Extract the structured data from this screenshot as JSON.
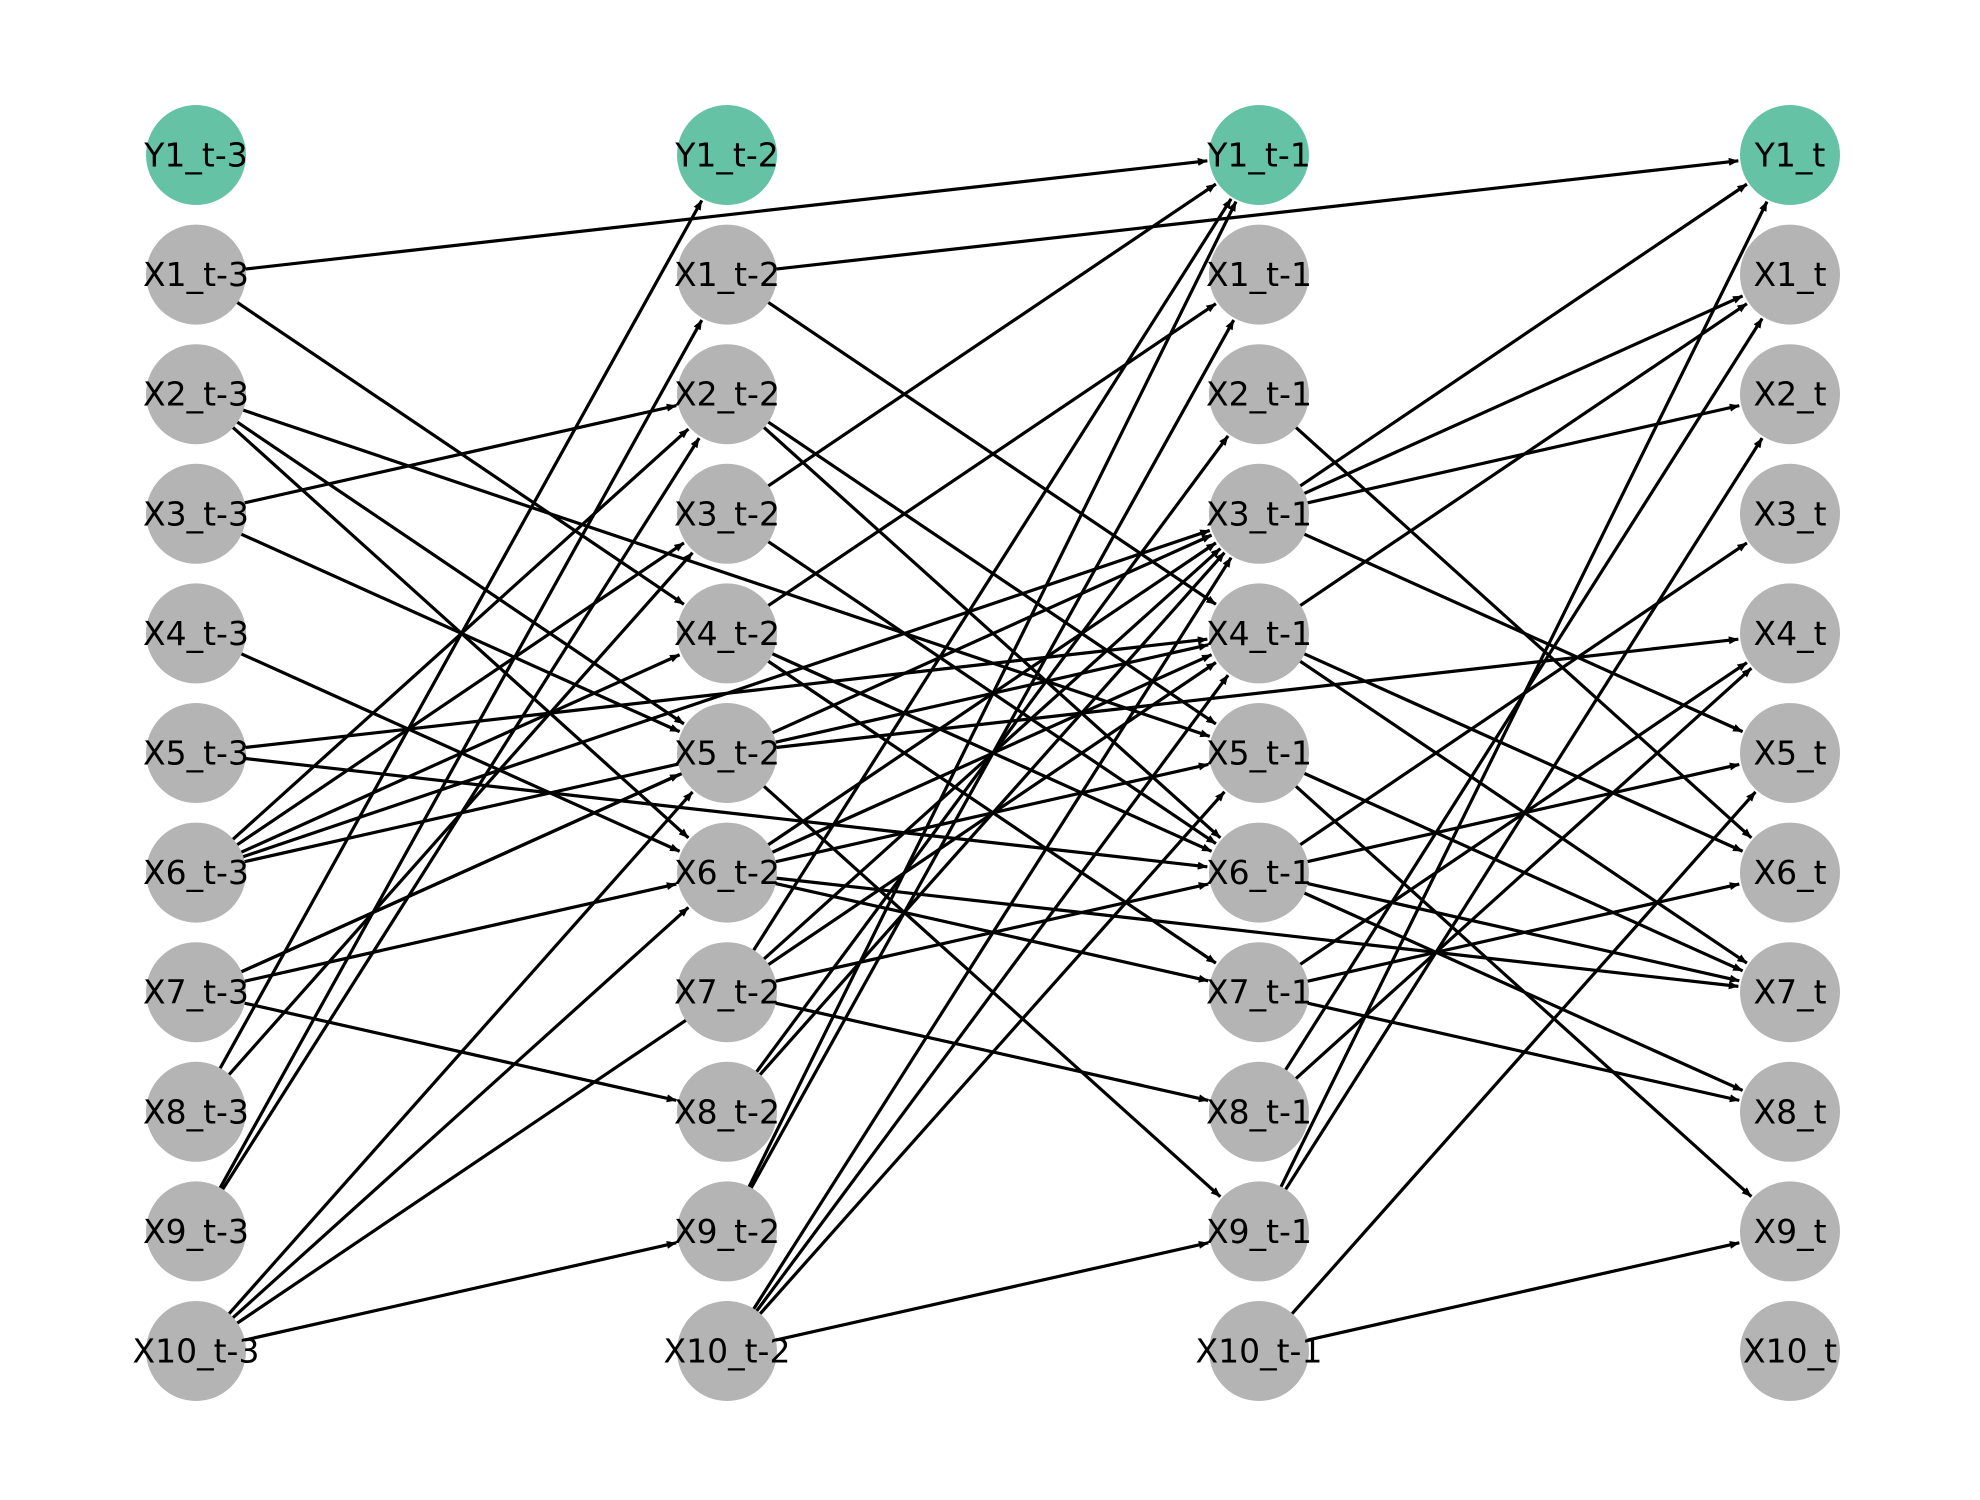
{
  "diagram": {
    "type": "time-lagged causal graph",
    "colors": {
      "target": "#66c2a5",
      "variable": "#b4b4b4",
      "edge": "#000000",
      "background": "#ffffff"
    },
    "time_slices": [
      "t-3",
      "t-2",
      "t-1",
      "t"
    ],
    "rows": [
      "Y1",
      "X1",
      "X2",
      "X3",
      "X4",
      "X5",
      "X6",
      "X7",
      "X8",
      "X9",
      "X10"
    ],
    "nodes": [
      {
        "id": "Y1_t-3",
        "kind": "target"
      },
      {
        "id": "X1_t-3",
        "kind": "variable"
      },
      {
        "id": "X2_t-3",
        "kind": "variable"
      },
      {
        "id": "X3_t-3",
        "kind": "variable"
      },
      {
        "id": "X4_t-3",
        "kind": "variable"
      },
      {
        "id": "X5_t-3",
        "kind": "variable"
      },
      {
        "id": "X6_t-3",
        "kind": "variable"
      },
      {
        "id": "X7_t-3",
        "kind": "variable"
      },
      {
        "id": "X8_t-3",
        "kind": "variable"
      },
      {
        "id": "X9_t-3",
        "kind": "variable"
      },
      {
        "id": "X10_t-3",
        "kind": "variable"
      },
      {
        "id": "Y1_t-2",
        "kind": "target"
      },
      {
        "id": "X1_t-2",
        "kind": "variable"
      },
      {
        "id": "X2_t-2",
        "kind": "variable"
      },
      {
        "id": "X3_t-2",
        "kind": "variable"
      },
      {
        "id": "X4_t-2",
        "kind": "variable"
      },
      {
        "id": "X5_t-2",
        "kind": "variable"
      },
      {
        "id": "X6_t-2",
        "kind": "variable"
      },
      {
        "id": "X7_t-2",
        "kind": "variable"
      },
      {
        "id": "X8_t-2",
        "kind": "variable"
      },
      {
        "id": "X9_t-2",
        "kind": "variable"
      },
      {
        "id": "X10_t-2",
        "kind": "variable"
      },
      {
        "id": "Y1_t-1",
        "kind": "target"
      },
      {
        "id": "X1_t-1",
        "kind": "variable"
      },
      {
        "id": "X2_t-1",
        "kind": "variable"
      },
      {
        "id": "X3_t-1",
        "kind": "variable"
      },
      {
        "id": "X4_t-1",
        "kind": "variable"
      },
      {
        "id": "X5_t-1",
        "kind": "variable"
      },
      {
        "id": "X6_t-1",
        "kind": "variable"
      },
      {
        "id": "X7_t-1",
        "kind": "variable"
      },
      {
        "id": "X8_t-1",
        "kind": "variable"
      },
      {
        "id": "X9_t-1",
        "kind": "variable"
      },
      {
        "id": "X10_t-1",
        "kind": "variable"
      },
      {
        "id": "Y1_t",
        "kind": "target"
      },
      {
        "id": "X1_t",
        "kind": "variable"
      },
      {
        "id": "X2_t",
        "kind": "variable"
      },
      {
        "id": "X3_t",
        "kind": "variable"
      },
      {
        "id": "X4_t",
        "kind": "variable"
      },
      {
        "id": "X5_t",
        "kind": "variable"
      },
      {
        "id": "X6_t",
        "kind": "variable"
      },
      {
        "id": "X7_t",
        "kind": "variable"
      },
      {
        "id": "X8_t",
        "kind": "variable"
      },
      {
        "id": "X9_t",
        "kind": "variable"
      },
      {
        "id": "X10_t",
        "kind": "variable"
      }
    ],
    "edges": [
      [
        "X1_t-3",
        "Y1_t-1"
      ],
      [
        "X1_t-3",
        "X4_t-2"
      ],
      [
        "X2_t-3",
        "X5_t-2"
      ],
      [
        "X2_t-3",
        "X6_t-2"
      ],
      [
        "X2_t-3",
        "X5_t-1"
      ],
      [
        "X3_t-3",
        "X2_t-2"
      ],
      [
        "X3_t-3",
        "X5_t-2"
      ],
      [
        "X4_t-3",
        "X6_t-2"
      ],
      [
        "X5_t-3",
        "X4_t-1"
      ],
      [
        "X5_t-3",
        "X6_t-1"
      ],
      [
        "X6_t-3",
        "X2_t-2"
      ],
      [
        "X6_t-3",
        "X3_t-2"
      ],
      [
        "X6_t-3",
        "X4_t-2"
      ],
      [
        "X6_t-3",
        "X3_t-1"
      ],
      [
        "X6_t-3",
        "X4_t-1"
      ],
      [
        "X7_t-3",
        "X5_t-2"
      ],
      [
        "X7_t-3",
        "X6_t-2"
      ],
      [
        "X7_t-3",
        "X8_t-2"
      ],
      [
        "X7_t-3",
        "X3_t-1"
      ],
      [
        "X8_t-3",
        "Y1_t-2"
      ],
      [
        "X8_t-3",
        "X3_t-2"
      ],
      [
        "X9_t-3",
        "X1_t-2"
      ],
      [
        "X9_t-3",
        "X2_t-2"
      ],
      [
        "X10_t-3",
        "X5_t-2"
      ],
      [
        "X10_t-3",
        "X6_t-2"
      ],
      [
        "X10_t-3",
        "X9_t-2"
      ],
      [
        "X10_t-3",
        "X4_t-1"
      ],
      [
        "X1_t-2",
        "Y1_t"
      ],
      [
        "X1_t-2",
        "X4_t-1"
      ],
      [
        "X2_t-2",
        "X6_t-1"
      ],
      [
        "X2_t-2",
        "X5_t-1"
      ],
      [
        "X3_t-2",
        "Y1_t-1"
      ],
      [
        "X3_t-2",
        "X6_t-1"
      ],
      [
        "X4_t-2",
        "X1_t-1"
      ],
      [
        "X4_t-2",
        "X7_t-1"
      ],
      [
        "X4_t-2",
        "X6_t-1"
      ],
      [
        "X5_t-2",
        "X4_t"
      ],
      [
        "X5_t-2",
        "X9_t-1"
      ],
      [
        "X6_t-2",
        "X3_t-1"
      ],
      [
        "X6_t-2",
        "X4_t-1"
      ],
      [
        "X6_t-2",
        "X5_t-1"
      ],
      [
        "X6_t-2",
        "X7_t-1"
      ],
      [
        "X6_t-2",
        "X7_t"
      ],
      [
        "X7_t-2",
        "Y1_t-1"
      ],
      [
        "X7_t-2",
        "X6_t-1"
      ],
      [
        "X7_t-2",
        "X3_t-1"
      ],
      [
        "X7_t-2",
        "X8_t-1"
      ],
      [
        "X8_t-2",
        "X3_t-1"
      ],
      [
        "X8_t-2",
        "X2_t-1"
      ],
      [
        "X9_t-2",
        "Y1_t-1"
      ],
      [
        "X9_t-2",
        "X1_t-1"
      ],
      [
        "X10_t-2",
        "X4_t-1"
      ],
      [
        "X10_t-2",
        "X5_t-1"
      ],
      [
        "X10_t-2",
        "X3_t-1"
      ],
      [
        "X10_t-2",
        "X9_t-1"
      ],
      [
        "X2_t-1",
        "X6_t"
      ],
      [
        "X3_t-1",
        "Y1_t"
      ],
      [
        "X3_t-1",
        "X1_t"
      ],
      [
        "X3_t-1",
        "X2_t"
      ],
      [
        "X3_t-1",
        "X5_t"
      ],
      [
        "X4_t-1",
        "X1_t"
      ],
      [
        "X4_t-1",
        "X7_t"
      ],
      [
        "X4_t-1",
        "X6_t"
      ],
      [
        "X5_t-1",
        "X7_t"
      ],
      [
        "X5_t-1",
        "X9_t"
      ],
      [
        "X6_t-1",
        "X5_t"
      ],
      [
        "X6_t-1",
        "X3_t"
      ],
      [
        "X6_t-1",
        "X7_t"
      ],
      [
        "X6_t-1",
        "X8_t"
      ],
      [
        "X7_t-1",
        "X6_t"
      ],
      [
        "X7_t-1",
        "X8_t"
      ],
      [
        "X7_t-1",
        "X4_t"
      ],
      [
        "X8_t-1",
        "X1_t"
      ],
      [
        "X8_t-1",
        "X4_t"
      ],
      [
        "X9_t-1",
        "Y1_t"
      ],
      [
        "X9_t-1",
        "X2_t"
      ],
      [
        "X10_t-1",
        "X5_t"
      ],
      [
        "X10_t-1",
        "X9_t"
      ]
    ]
  }
}
